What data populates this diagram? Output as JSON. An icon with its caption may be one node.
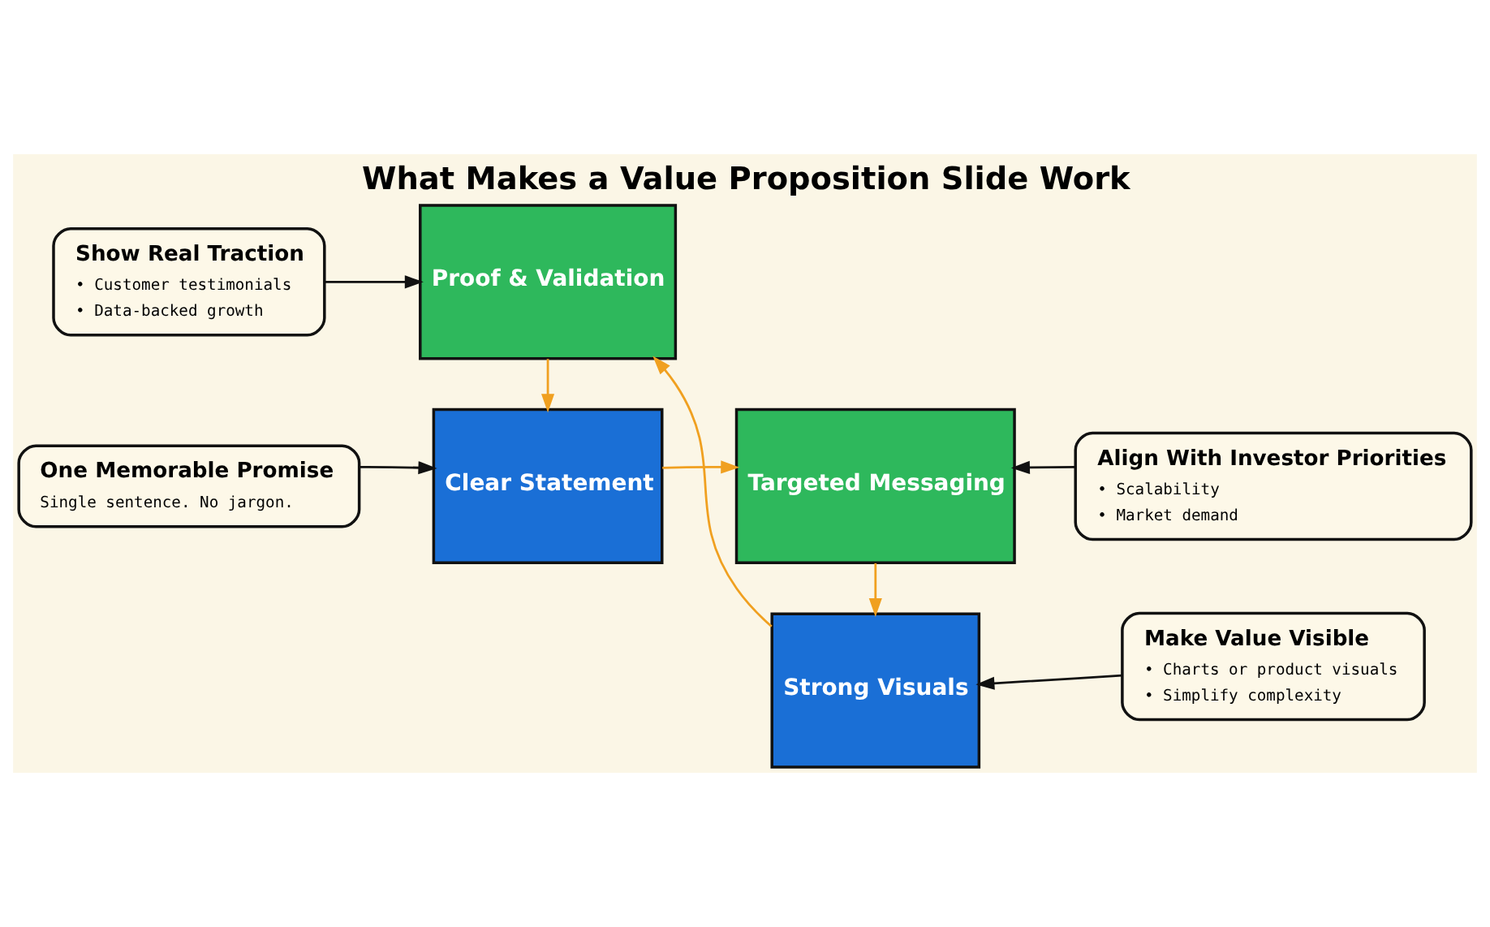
{
  "diagram": {
    "title": "What Makes a Value Proposition Slide Work",
    "nodes": [
      {
        "text": [
          "One Memorable Promise",
          "Single sentence. No jargon."
        ]
      },
      {
        "text": [
          "Align With Investor Priorities",
          "• Scalability",
          "• Market demand"
        ]
      },
      {
        "text": [
          "Clear Statement"
        ]
      },
      {
        "text": [
          "Targeted Messaging"
        ]
      },
      {
        "text": [
          "Proof & Validation"
        ]
      },
      {
        "text": [
          "Strong Visuals"
        ]
      },
      {
        "text": [
          "Show Real Traction",
          "• Customer testimonials",
          "• Data-backed growth"
        ]
      },
      {
        "text": [
          "Make Value Visible",
          "• Charts or product visuals",
          "• Simplify complexity"
        ]
      }
    ],
    "edges": [
      {
        "from": 0,
        "to": 2,
        "arrow": "to"
      },
      {
        "from": 1,
        "to": 3,
        "arrow": "to"
      },
      {
        "from": 2,
        "to": 3,
        "arrow": "to",
        "color": "#f0a020"
      },
      {
        "from": 3,
        "to": 5,
        "arrow": "to",
        "color": "#f0a020"
      },
      {
        "from": 5,
        "to": 4,
        "arrow": "to",
        "color": "#f0a020"
      },
      {
        "from": 4,
        "to": 2,
        "arrow": "to",
        "color": "#f0a020"
      },
      {
        "from": 6,
        "to": 4,
        "arrow": "to"
      },
      {
        "from": 7,
        "to": 5,
        "arrow": "to"
      }
    ]
  }
}
